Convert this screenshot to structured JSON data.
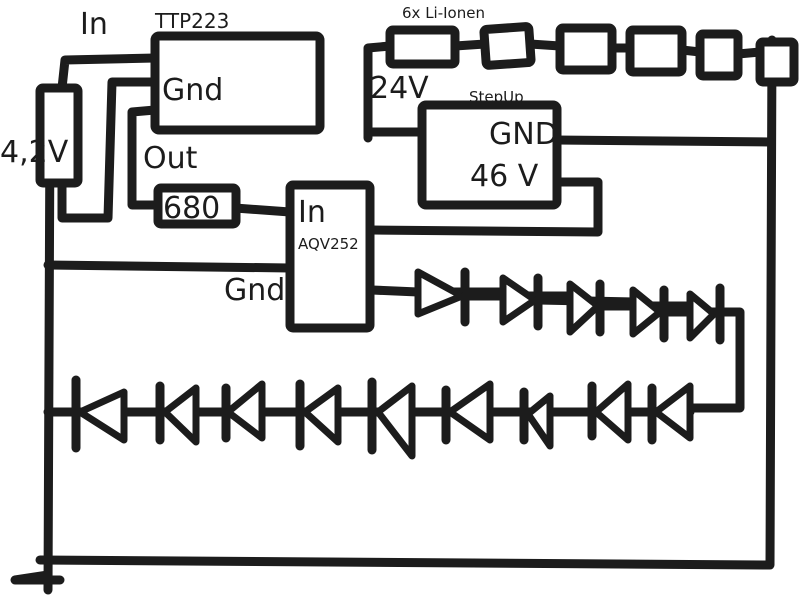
{
  "labels": {
    "in_top": "In",
    "v_4_2": "4,2V",
    "ttp223": "TTP223",
    "gnd_ttp": "Gnd",
    "out": "Out",
    "r680": "680",
    "in_aqv": "In",
    "aqv252": "AQV252",
    "gnd_aqv": "Gnd",
    "li_ionen": "6x Li-Ionen",
    "v24": "24V",
    "stepup": "StepUp",
    "gnd_stepup": "GND",
    "v46": "46 V"
  },
  "colors": {
    "ink": "#1c1c1c",
    "paper": "#ffffff"
  }
}
